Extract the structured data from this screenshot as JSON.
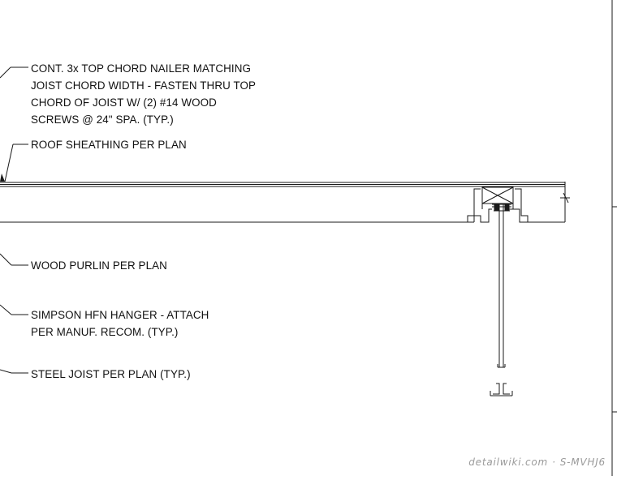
{
  "notes": {
    "nailer": [
      "CONT. 3x TOP CHORD NAILER MATCHING",
      "JOIST CHORD WIDTH - FASTEN THRU TOP",
      "CHORD OF JOIST W/ (2) #14 WOOD",
      "SCREWS @ 24\" SPA. (TYP.)"
    ],
    "sheathing": [
      "ROOF SHEATHING PER PLAN"
    ],
    "purlin": [
      "WOOD PURLIN PER PLAN"
    ],
    "hanger": [
      "SIMPSON HFN HANGER - ATTACH",
      "PER MANUF. RECOM. (TYP.)"
    ],
    "joist": [
      "STEEL JOIST PER PLAN (TYP.)"
    ]
  },
  "watermark": {
    "site": "detailwiki.com",
    "separator": "·",
    "code": "S-MVHJ6"
  },
  "colors": {
    "line": "#1a1a1a",
    "text": "#111111",
    "watermark": "#9a9a9a"
  }
}
